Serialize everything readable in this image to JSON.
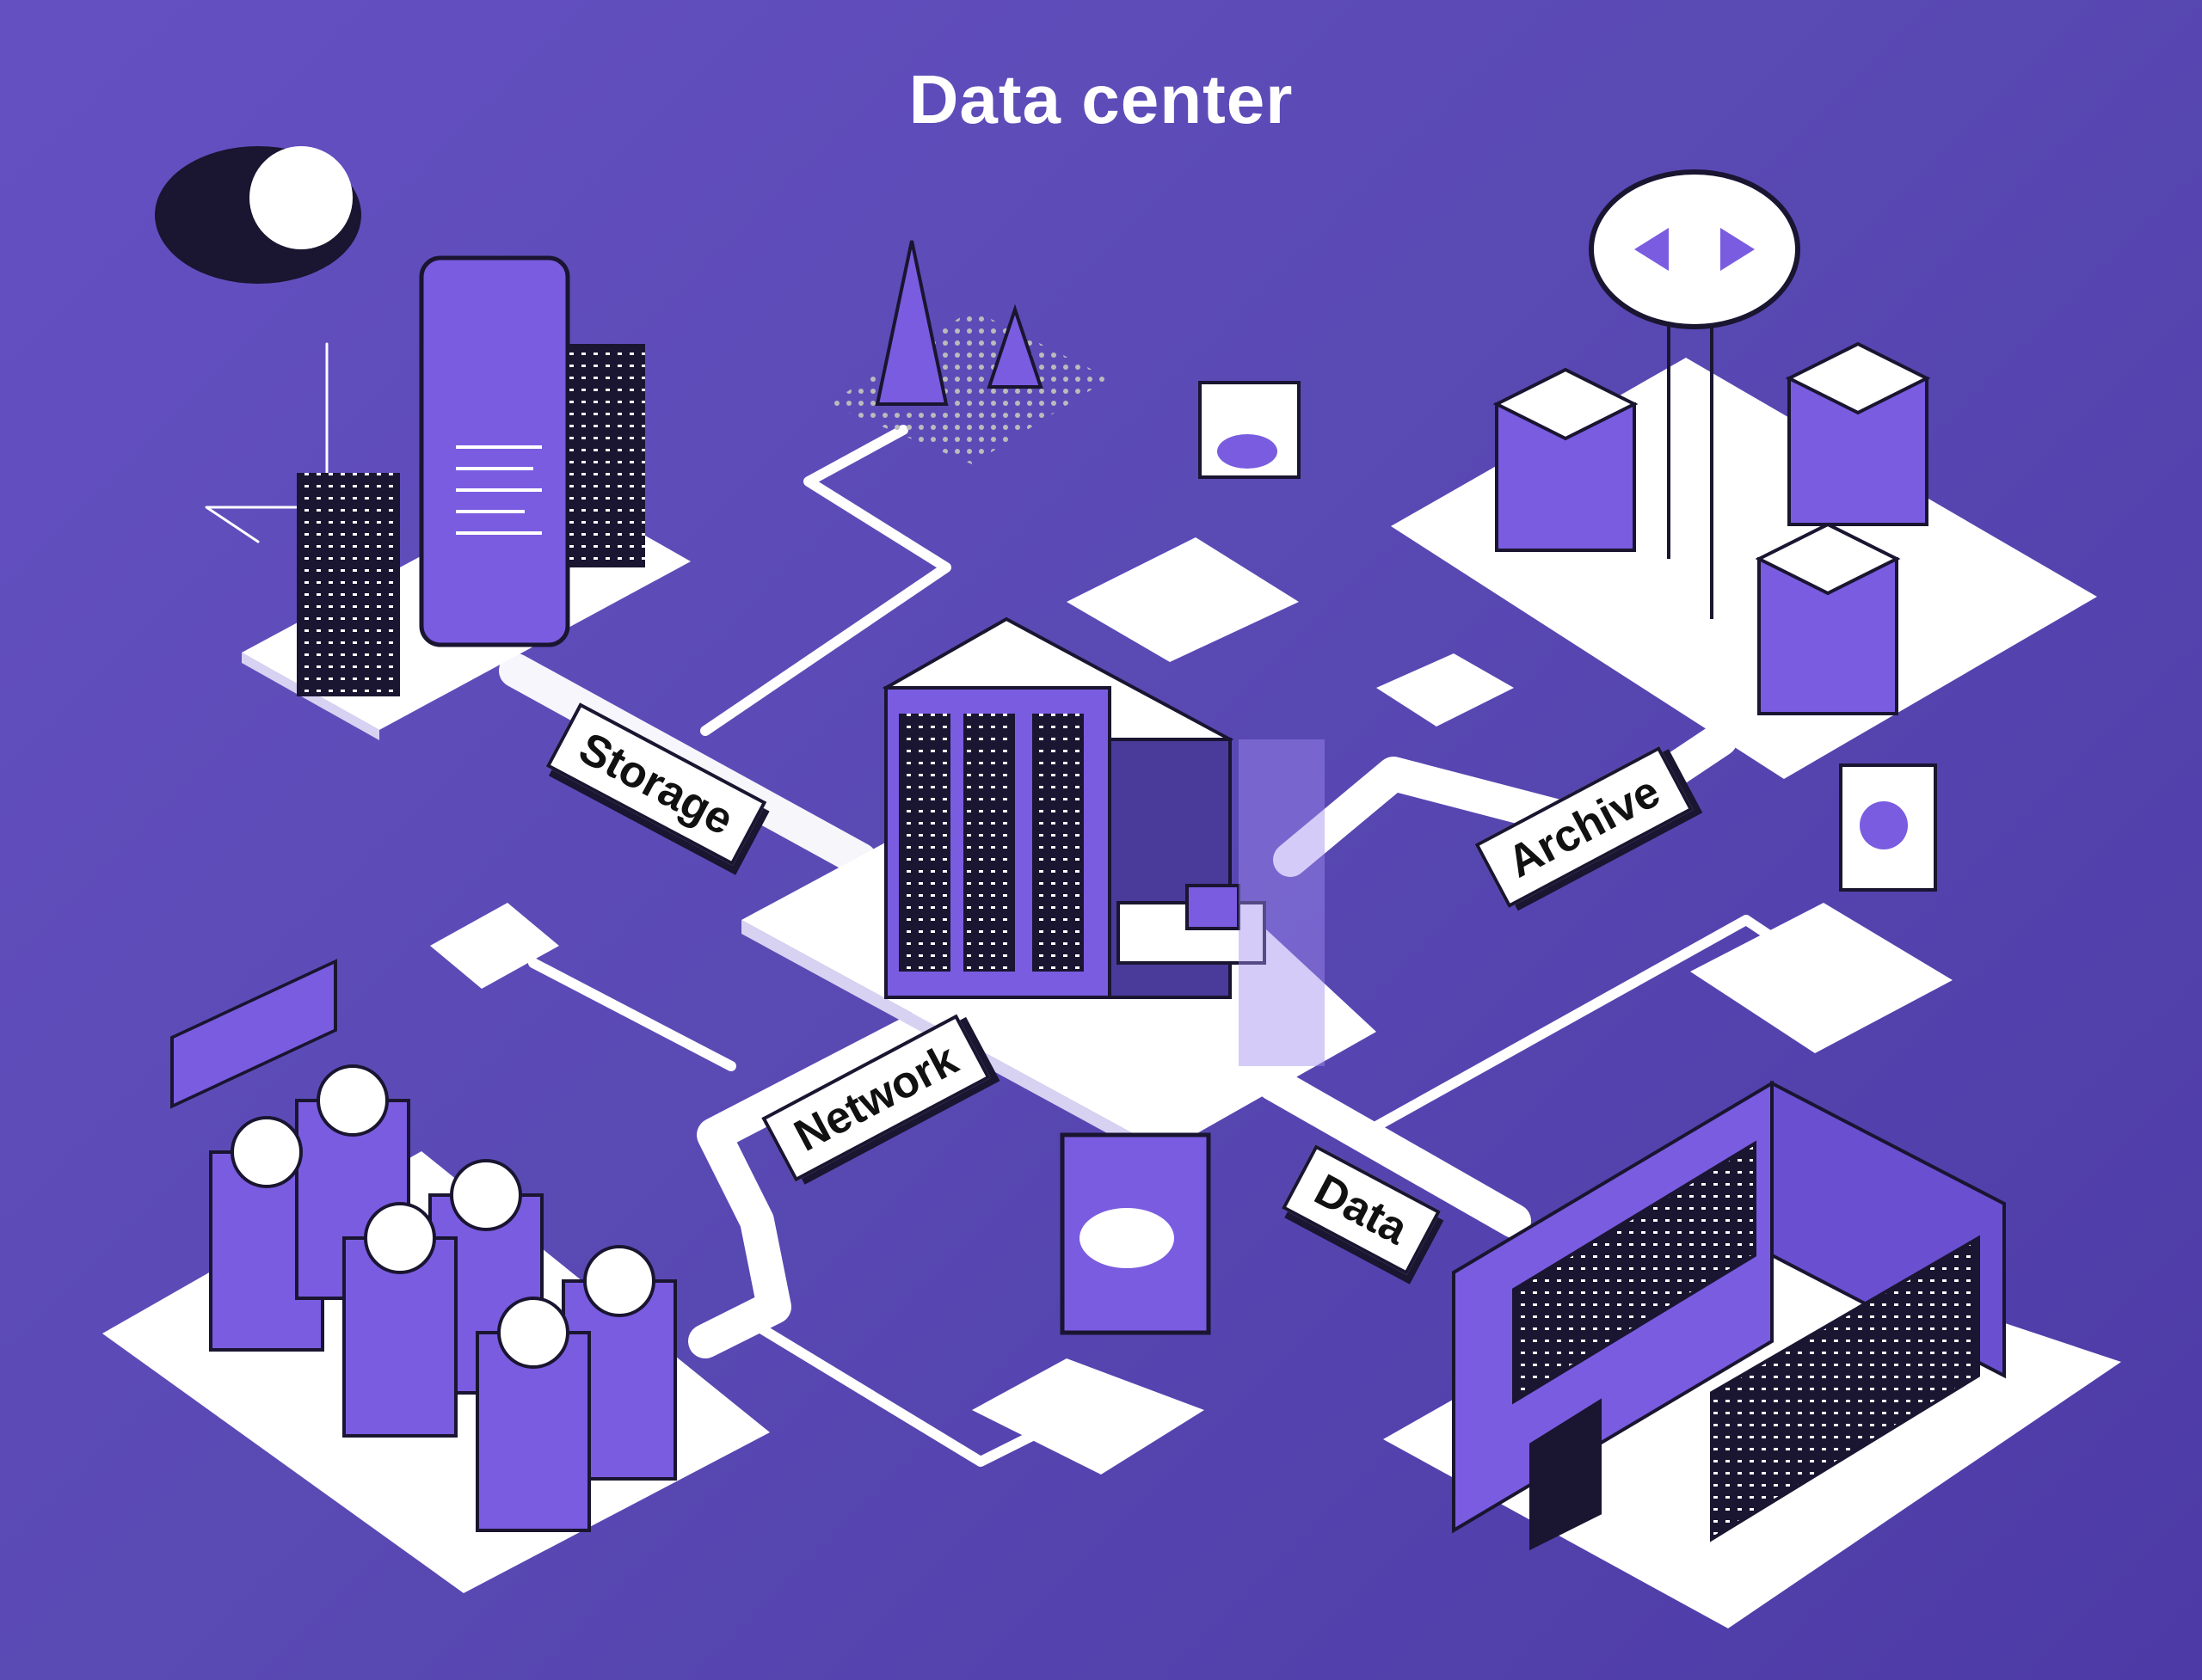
{
  "title": "Data center",
  "labels": {
    "storage": "Storage",
    "archive": "Archive",
    "network": "Network",
    "data": "Data"
  },
  "colors": {
    "background": "#5a4ab4",
    "platform": "#ffffff",
    "accent": "#7a5ce0",
    "dark": "#1a1530"
  }
}
